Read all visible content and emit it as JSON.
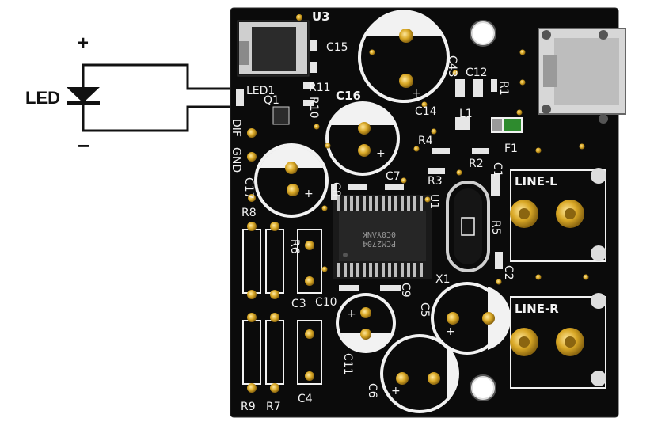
{
  "external": {
    "led_label": "LED",
    "plus_sign": "+",
    "minus_sign": "−"
  },
  "board": {
    "labels": {
      "u3": "U3",
      "c15": "C15",
      "c43": "C43",
      "c12": "C12",
      "r1": "R1",
      "led1": "LED1",
      "r11": "R11",
      "q1": "Q1",
      "r10": "R10",
      "c16": "C16",
      "c14": "C14",
      "l1": "L1",
      "r4": "R4",
      "f1": "F1",
      "r2": "R2",
      "r3": "R3",
      "c1": "C1",
      "dif": "DIF",
      "gnd": "GND",
      "c17": "C17",
      "c8": "C8",
      "c7": "C7",
      "u1": "U1",
      "line_l": "LINE-L",
      "r8": "R8",
      "r6": "R6",
      "r5": "R5",
      "c2": "C2",
      "x1": "X1",
      "c3": "C3",
      "c10": "C10",
      "c9": "C9",
      "c5": "C5",
      "line_r": "LINE-R",
      "c11": "C11",
      "c6": "C6",
      "r9": "R9",
      "r7": "R7",
      "c4": "C4",
      "chip_line1": "PCM2704",
      "chip_line2": "0C0YANK",
      "plus": "+"
    }
  },
  "colors": {
    "board": "#0b0b0b",
    "silk": "#f2f2f2",
    "gold": "#d4a520",
    "gold_light": "#f0d070",
    "wire": "#111111"
  }
}
